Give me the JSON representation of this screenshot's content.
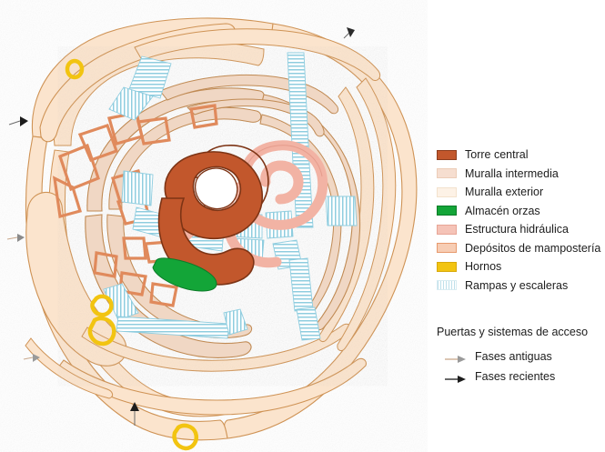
{
  "legend": {
    "items": [
      {
        "label": "Torre central",
        "swatch": "sw-torre",
        "color": "#c2572c",
        "name": "legend-swatch-torre-central"
      },
      {
        "label": "Muralla intermedia",
        "swatch": "sw-intermedia",
        "color": "#f6ded0",
        "name": "legend-swatch-muralla-intermedia"
      },
      {
        "label": "Muralla exterior",
        "swatch": "sw-exterior",
        "color": "#fdf2e6",
        "name": "legend-swatch-muralla-exterior"
      },
      {
        "label": "Almacén orzas",
        "swatch": "sw-almacen",
        "color": "#13a538",
        "name": "legend-swatch-almacen-orzas"
      },
      {
        "label": "Estructura hidráulica",
        "swatch": "sw-hidraulica",
        "color": "#f5c3b7",
        "name": "legend-swatch-estructura-hidraulica"
      },
      {
        "label": "Depósitos de mampostería",
        "swatch": "sw-depositos",
        "color": "#f7cdb4",
        "name": "legend-swatch-depositos-mamposteria"
      },
      {
        "label": "Hornos",
        "swatch": "sw-hornos",
        "color": "#f2c411",
        "name": "legend-swatch-hornos"
      },
      {
        "label": "Rampas y escaleras",
        "swatch": "sw-rampas",
        "color": "#bfe0ea",
        "name": "legend-swatch-rampas-escaleras"
      }
    ]
  },
  "access": {
    "title": "Puertas y sistemas de acceso",
    "items": [
      {
        "label": "Fases antiguas",
        "color": "#c9a88c",
        "name": "access-arrow-fases-antiguas"
      },
      {
        "label": "Fases recientes",
        "color": "#2b2b2b",
        "name": "access-arrow-fases-recientes"
      }
    ]
  },
  "map": {
    "background": "#ffffff",
    "colors": {
      "outer_wall_fill": "#fbe4cd",
      "outer_wall_stroke": "#cf9355",
      "intermediate_wall_fill": "#f0d7c4",
      "intermediate_wall_stroke": "#c08a53",
      "tower_fill": "#c2572c",
      "tower_stroke": "#7d3415",
      "storage_fill": "#13a538",
      "hydraulic_fill": "#f2b3a4",
      "hydraulic_stroke": "#e09484",
      "masonry_stroke": "#e08a5c",
      "kiln_stroke": "#f2c411",
      "ramp_hatch": "#8fcddf"
    }
  }
}
